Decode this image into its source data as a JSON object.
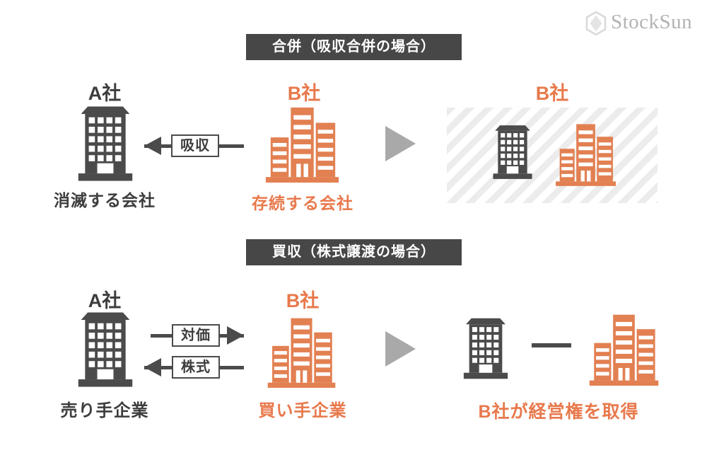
{
  "logo": {
    "text": "StockSun"
  },
  "colors": {
    "dark_gray": "#4b4b4b",
    "orange": "#e28052",
    "orange_text": "#e8794c",
    "flow_arrow_gray": "#a9a9a9",
    "hatch_stripe": "#ececec",
    "badge_background": "#474747",
    "logo_gray": "#b3b3b3"
  },
  "merger": {
    "badge": "合併（吸収合併の場合）",
    "company_a": {
      "name": "A社",
      "caption": "消滅する会社"
    },
    "arrow_label": "吸収",
    "company_b": {
      "name": "B社",
      "caption": "存続する会社"
    },
    "result": {
      "name": "B社"
    }
  },
  "acquisition": {
    "badge": "買収（株式譲渡の場合）",
    "company_a": {
      "name": "A社",
      "caption": "売り手企業"
    },
    "arrow_top_label": "対価",
    "arrow_bottom_label": "株式",
    "company_b": {
      "name": "B社",
      "caption": "買い手企業"
    },
    "result_caption": "B社が経営権を取得"
  }
}
